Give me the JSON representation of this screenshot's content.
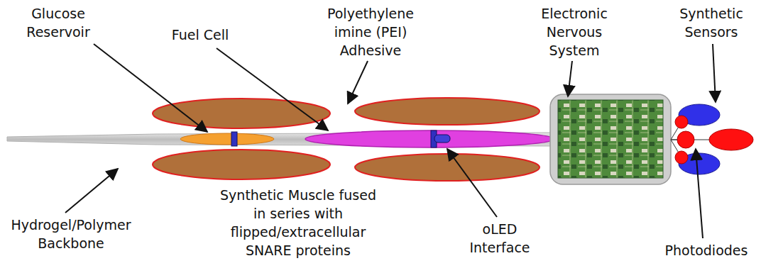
{
  "diagram": {
    "labels": [
      "Glucose Reservoir",
      "Fuel Cell",
      "Polyethylene imine (PEI) Adhesive",
      "Electronic Nervous System",
      "Synthetic Sensors",
      "Hydrogel/Polymer Backbone",
      "Synthetic Muscle fused in series with flipped/extracellular SNARE proteins",
      "oLED Interface",
      "Photodiodes"
    ]
  }
}
